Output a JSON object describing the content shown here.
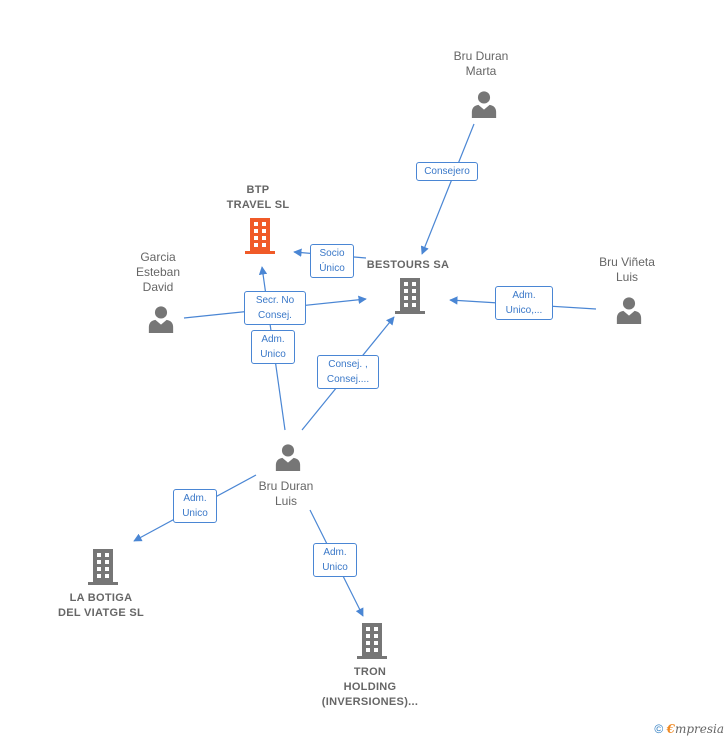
{
  "colors": {
    "edge": "#4a86d4",
    "person": "#767676",
    "company": "#767676",
    "focus_company": "#f05a28"
  },
  "nodes": [
    {
      "id": "btp",
      "type": "company",
      "focus": true,
      "label": "BTP\nTRAVEL  SL",
      "icon": "building-icon"
    },
    {
      "id": "bestours",
      "type": "company",
      "label": "BESTOURS SA",
      "icon": "building-icon"
    },
    {
      "id": "botiga",
      "type": "company",
      "label": "LA BOTIGA\nDEL VIATGE SL",
      "icon": "building-icon"
    },
    {
      "id": "tron",
      "type": "company",
      "label": "TRON\nHOLDING\n(INVERSIONES)...",
      "icon": "building-icon"
    },
    {
      "id": "marta",
      "type": "person",
      "label": "Bru Duran\nMarta",
      "icon": "person-icon"
    },
    {
      "id": "garcia",
      "type": "person",
      "label": "Garcia\nEsteban\nDavid",
      "icon": "person-icon"
    },
    {
      "id": "vineta",
      "type": "person",
      "label": "Bru Viñeta\nLuis",
      "icon": "person-icon"
    },
    {
      "id": "luis",
      "type": "person",
      "label": "Bru Duran\nLuis",
      "icon": "person-icon"
    }
  ],
  "edges": [
    {
      "from": "marta",
      "to": "bestours",
      "label": "Consejero"
    },
    {
      "from": "bestours",
      "to": "btp",
      "label": "Socio\nÚnico"
    },
    {
      "from": "garcia",
      "to": "bestours",
      "label": "Secr.  No\nConsej."
    },
    {
      "from": "vineta",
      "to": "bestours",
      "label": "Adm.\nUnico,..."
    },
    {
      "from": "luis",
      "to": "btp",
      "label": "Adm.\nUnico"
    },
    {
      "from": "luis",
      "to": "bestours",
      "label": "Consej. ,\nConsej...."
    },
    {
      "from": "luis",
      "to": "botiga",
      "label": "Adm.\nUnico"
    },
    {
      "from": "luis",
      "to": "tron",
      "label": "Adm.\nUnico"
    }
  ],
  "footer": {
    "copyright": "©",
    "brand_initial": "€",
    "brand_rest": "mpresia"
  }
}
